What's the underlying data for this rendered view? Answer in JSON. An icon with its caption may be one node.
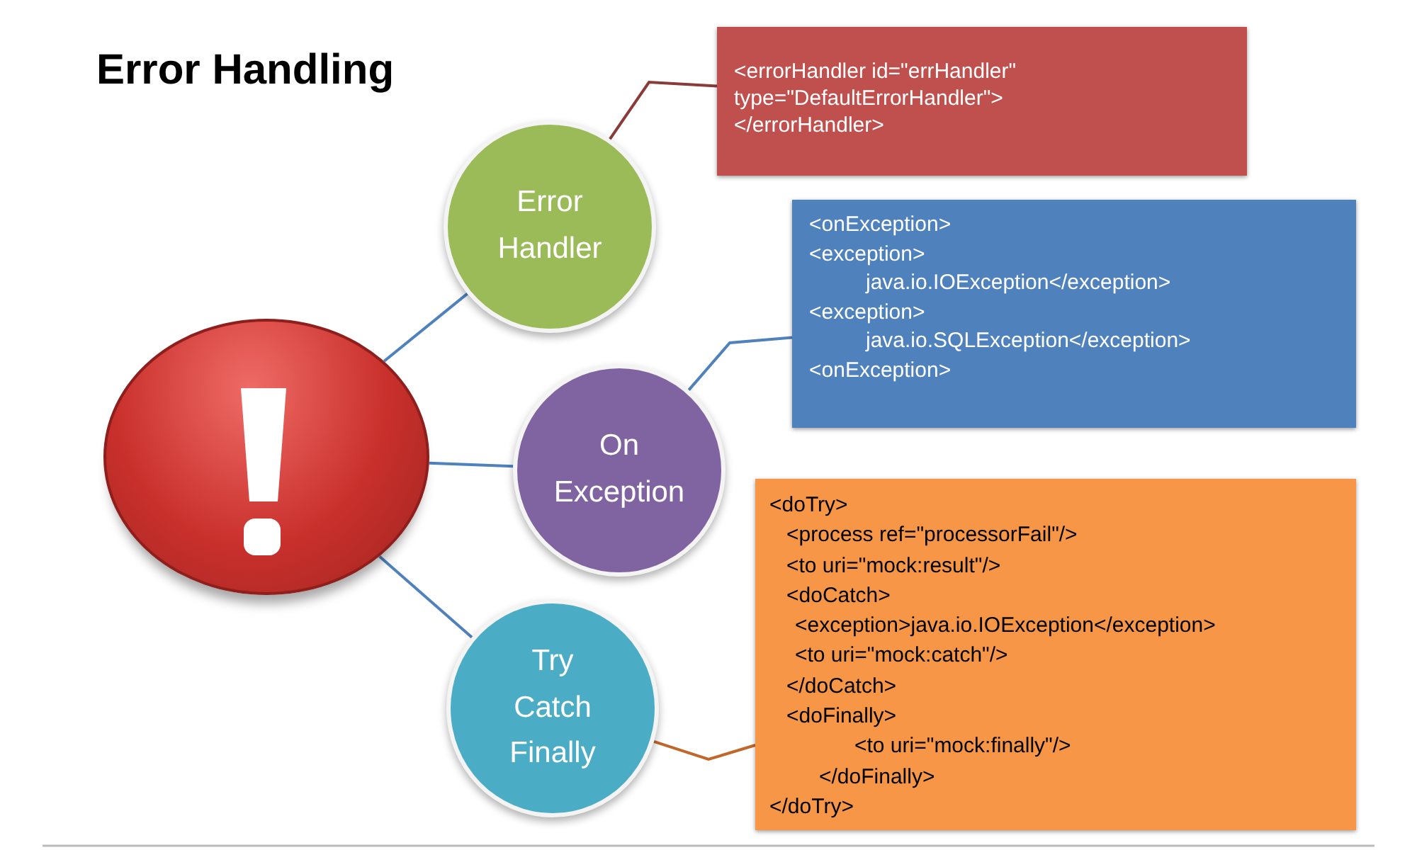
{
  "diagram": {
    "title": "Error Handling",
    "nodes": [
      {
        "text": [],
        "shape": "circle"
      },
      {
        "text": [
          "Error Handler"
        ]
      },
      {
        "text": [
          "On Exception"
        ]
      },
      {
        "text": [
          "Try Catch Finally"
        ]
      },
      {
        "text": [
          "<errorHandler id=\"errHandler\"",
          "type=\"DefaultErrorHandler\">",
          "</errorHandler>"
        ]
      },
      {
        "text": [
          "<onException>",
          "<exception>",
          "java.io.IOException</exception>",
          "<exception>",
          "java.io.SQLException</exception>",
          "<onException>"
        ]
      },
      {
        "text": [
          "<doTry>",
          "<process ref=\"processorFail\"/>",
          "<to uri=\"mock:result\"/>",
          "<doCatch>",
          "<exception>java.io.IOException</exception>",
          "<to uri=\"mock:catch\"/>",
          "</doCatch>",
          "<doFinally>",
          "<to uri=\"mock:finally\"/>",
          "</doFinally>",
          "</doTry>"
        ]
      }
    ],
    "edges": [
      {
        "from": 0,
        "to": 1,
        "arrow": "none"
      },
      {
        "from": 0,
        "to": 2,
        "arrow": "none"
      },
      {
        "from": 0,
        "to": 3,
        "arrow": "none"
      },
      {
        "from": 1,
        "to": 4,
        "arrow": "none",
        "color": "#8b3a3a"
      },
      {
        "from": 2,
        "to": 5,
        "arrow": "none"
      },
      {
        "from": 3,
        "to": 6,
        "arrow": "none",
        "color": "#c0672a"
      }
    ]
  }
}
